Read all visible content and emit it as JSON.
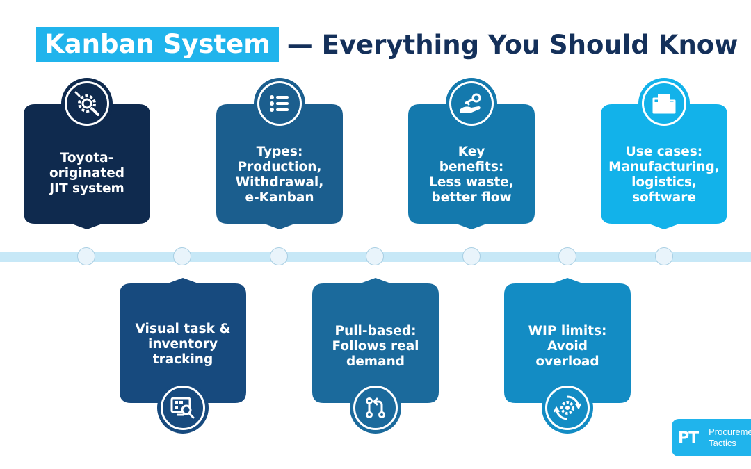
{
  "header": {
    "title_highlight": "Kanban System",
    "title_rest": "— Everything You Should Know"
  },
  "colors": {
    "accent": "#20b4ec",
    "title_text": "#14305a",
    "timeline": "#c7e8f7"
  },
  "cards": [
    {
      "text": "Toyota-\noriginated\nJIT system",
      "icon": "gear-wrench-icon",
      "color": "#0f2a4e"
    },
    {
      "text": "Visual task &\ninventory\ntracking",
      "icon": "monitor-search-icon",
      "color": "#174a7e"
    },
    {
      "text": "Types:\nProduction,\nWithdrawal,\ne-Kanban",
      "icon": "list-icon",
      "color": "#1b5e8e"
    },
    {
      "text": "Pull-based:\nFollows real\ndemand",
      "icon": "pull-request-icon",
      "color": "#1b6a9c"
    },
    {
      "text": "Key\nbenefits:\nLess waste,\nbetter flow",
      "icon": "hand-key-icon",
      "color": "#1479ad"
    },
    {
      "text": "WIP limits:\nAvoid\noverload",
      "icon": "gear-cycle-icon",
      "color": "#138cc4"
    },
    {
      "text": "Use cases:\nManufacturing,\nlogistics,\nsoftware",
      "icon": "folder-icon",
      "color": "#12b2ea"
    }
  ],
  "logo": {
    "mark": "PT",
    "text": "Procurement\nTactics"
  }
}
